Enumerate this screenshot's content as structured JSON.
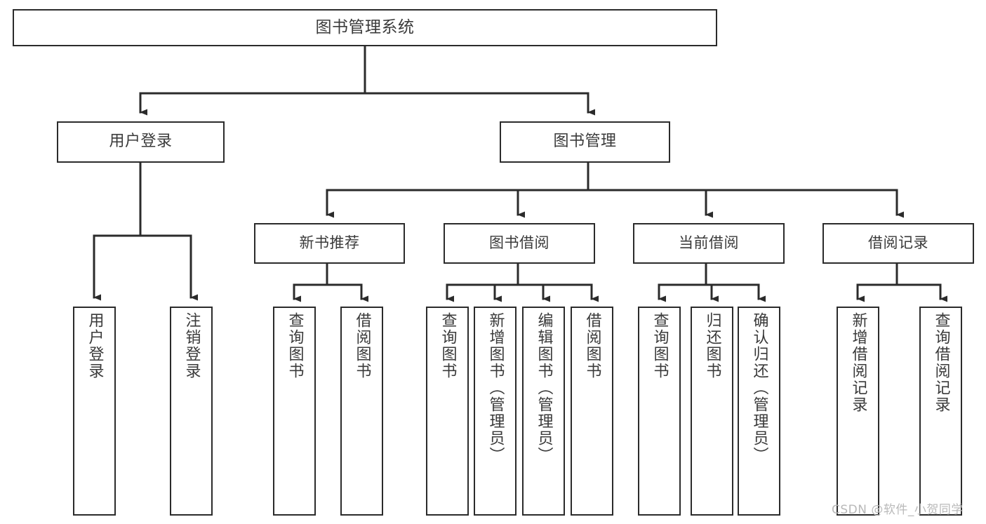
{
  "diagram": {
    "title": "图书管理系统",
    "type": "tree-hierarchy",
    "watermark": "CSDN @软件_小贺同学",
    "colors": {
      "box_border": "#2b2b2b",
      "box_fill": "#ffffff",
      "connector": "#2b2b2b",
      "text": "#3a3a3a",
      "watermark": "#b9b9b9",
      "background": "#ffffff"
    },
    "root": {
      "label": "图书管理系统"
    },
    "level2": [
      {
        "label": "用户登录"
      },
      {
        "label": "图书管理"
      }
    ],
    "level3": [
      {
        "label": "新书推荐"
      },
      {
        "label": "图书借阅"
      },
      {
        "label": "当前借阅"
      },
      {
        "label": "借阅记录"
      }
    ],
    "leaves": {
      "user_login": [
        {
          "label": "用户登录"
        },
        {
          "label": "注销登录"
        }
      ],
      "new_book_recommend": [
        {
          "label": "查询图书"
        },
        {
          "label": "借阅图书"
        }
      ],
      "book_borrow": [
        {
          "label": "查询图书"
        },
        {
          "label": "新增图书（管理员）"
        },
        {
          "label": "编辑图书（管理员）"
        },
        {
          "label": "借阅图书"
        }
      ],
      "current_borrow": [
        {
          "label": "查询图书"
        },
        {
          "label": "归还图书"
        },
        {
          "label": "确认归还（管理员）"
        }
      ],
      "borrow_record": [
        {
          "label": "新增借阅记录"
        },
        {
          "label": "查询借阅记录"
        }
      ]
    },
    "edges": [
      {
        "from": "图书管理系统",
        "to": "用户登录"
      },
      {
        "from": "图书管理系统",
        "to": "图书管理"
      },
      {
        "from": "用户登录",
        "to": "用户登录"
      },
      {
        "from": "用户登录",
        "to": "注销登录"
      },
      {
        "from": "图书管理",
        "to": "新书推荐"
      },
      {
        "from": "图书管理",
        "to": "图书借阅"
      },
      {
        "from": "图书管理",
        "to": "当前借阅"
      },
      {
        "from": "图书管理",
        "to": "借阅记录"
      },
      {
        "from": "新书推荐",
        "to": "查询图书"
      },
      {
        "from": "新书推荐",
        "to": "借阅图书"
      },
      {
        "from": "图书借阅",
        "to": "查询图书"
      },
      {
        "from": "图书借阅",
        "to": "新增图书（管理员）"
      },
      {
        "from": "图书借阅",
        "to": "编辑图书（管理员）"
      },
      {
        "from": "图书借阅",
        "to": "借阅图书"
      },
      {
        "from": "当前借阅",
        "to": "查询图书"
      },
      {
        "from": "当前借阅",
        "to": "归还图书"
      },
      {
        "from": "当前借阅",
        "to": "确认归还（管理员）"
      },
      {
        "from": "借阅记录",
        "to": "新增借阅记录"
      },
      {
        "from": "借阅记录",
        "to": "查询借阅记录"
      }
    ]
  }
}
